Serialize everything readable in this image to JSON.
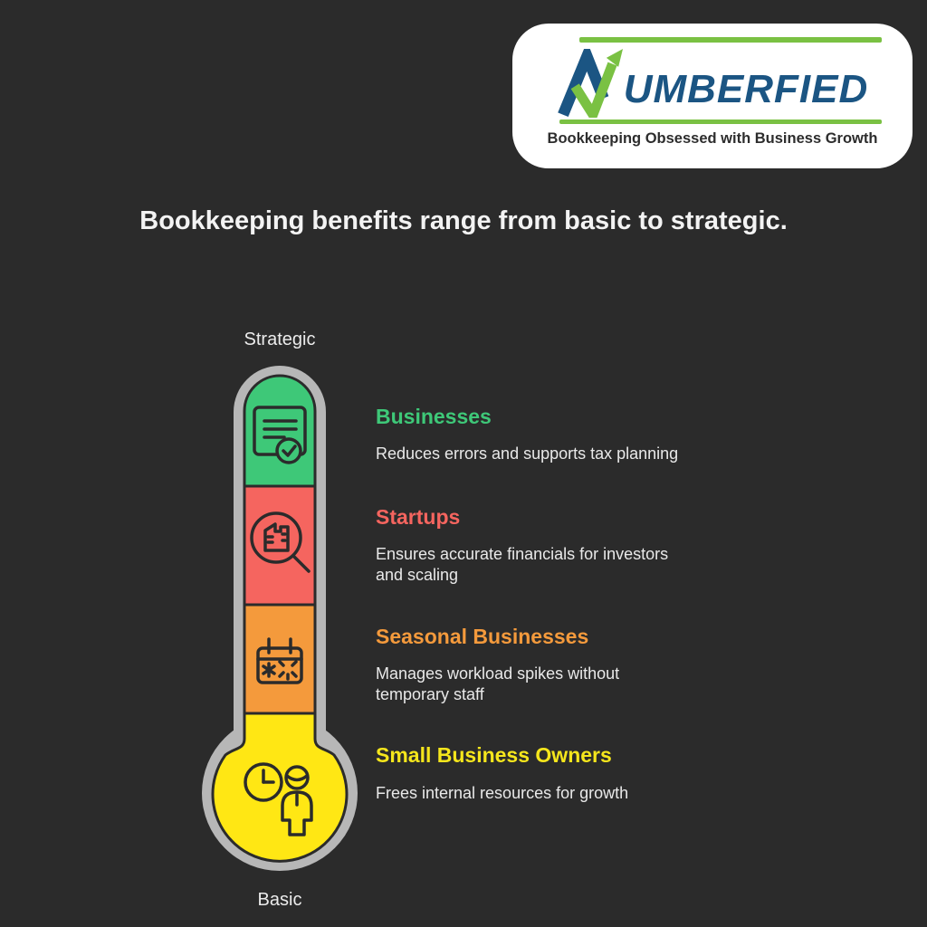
{
  "logo": {
    "brand_rest": "UMBERFIED",
    "brand_full": "NUMBERFIED",
    "tagline": "Bookkeeping Obsessed with Business Growth",
    "colors": {
      "blue": "#1b5583",
      "green": "#7ac143"
    }
  },
  "title": "Bookkeeping benefits range from basic to strategic.",
  "thermometer": {
    "top_label": "Strategic",
    "bottom_label": "Basic",
    "tube_color": "#b7b7b7",
    "outline_color": "#2b2b2b",
    "segments": [
      {
        "level": 4,
        "color": "#3ec878",
        "icon": "document-check-icon",
        "for": "Businesses"
      },
      {
        "level": 3,
        "color": "#f5655f",
        "icon": "magnifier-report-icon",
        "for": "Startups"
      },
      {
        "level": 2,
        "color": "#f49a3c",
        "icon": "calendar-event-icon",
        "for": "Seasonal Businesses"
      },
      {
        "level": 1,
        "color": "#ffe714",
        "icon": "clock-person-icon",
        "for": "Small Business Owners"
      }
    ]
  },
  "items": [
    {
      "heading": "Businesses",
      "description": "Reduces errors and supports tax planning",
      "color": "#3ec878"
    },
    {
      "heading": "Startups",
      "description": "Ensures accurate financials for investors and scaling",
      "color": "#f5655f"
    },
    {
      "heading": "Seasonal Businesses",
      "description": "Manages workload spikes without temporary staff",
      "color": "#f49a3c"
    },
    {
      "heading": "Small Business Owners",
      "description": "Frees internal resources for growth",
      "color": "#f5e61c"
    }
  ]
}
